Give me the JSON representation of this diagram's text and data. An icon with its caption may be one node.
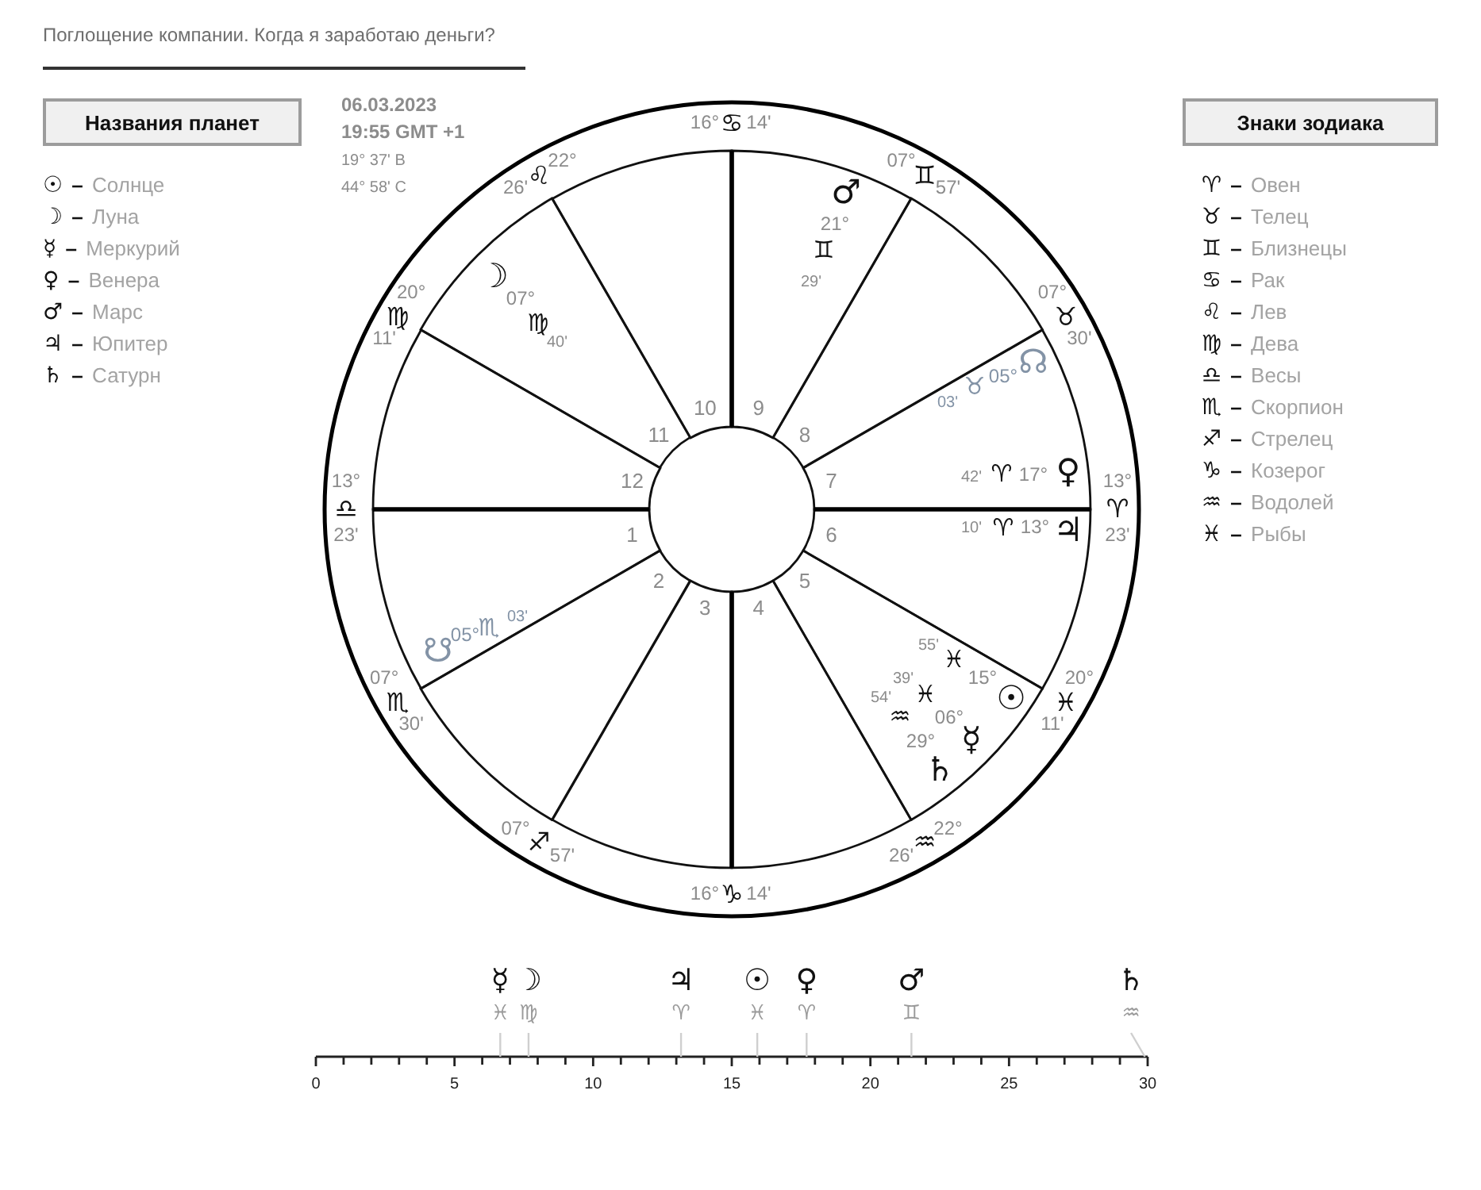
{
  "diagram": {
    "title": "Поглощение компании. Когда я заработаю деньги?",
    "nodes": [
      {
        "text": [
          "Названия планет"
        ]
      },
      {
        "text": [
          "Знаки зодиака"
        ]
      },
      {
        "text": [
          "13°",
          "♎",
          "23'",
          "07°",
          "♏",
          "30'",
          "07°",
          "♐",
          "57'",
          "16°",
          "♑",
          "14'",
          "22°",
          "♒",
          "26'",
          "20°",
          "♓",
          "11'",
          "13°",
          "♈",
          "23'",
          "07°",
          "♉",
          "30'",
          "07°",
          "♊",
          "57'",
          "16°",
          "♋",
          "14'",
          "22°",
          "♌",
          "26'",
          "20°",
          "♍",
          "11'"
        ]
      },
      {
        "text": [
          "1",
          "☋",
          "05°",
          "♏",
          "03'"
        ],
        "in": 2
      },
      {
        "text": [
          "2"
        ],
        "in": 2
      },
      {
        "text": [
          "3"
        ],
        "in": 2
      },
      {
        "text": [
          "4"
        ],
        "in": 2
      },
      {
        "text": [
          "5",
          "55'",
          "♓",
          "15°",
          "☉",
          "39'",
          "♓",
          "06°",
          "☿",
          "54'",
          "♒",
          "29°",
          "♄"
        ],
        "in": 2
      },
      {
        "text": [
          "6",
          "10'",
          "♈",
          "13°",
          "♃"
        ],
        "in": 2
      },
      {
        "text": [
          "7",
          "03'",
          "♉",
          "05°",
          "☊",
          "42'",
          "♈",
          "17°",
          "♀"
        ],
        "in": 2
      },
      {
        "text": [
          "8"
        ],
        "in": 2
      },
      {
        "text": [
          "9",
          "♂",
          "21°",
          "♊",
          "29'"
        ],
        "in": 2
      },
      {
        "text": [
          "10"
        ],
        "in": 2
      },
      {
        "text": [
          "11",
          "☽",
          "07°",
          "♍",
          "40'"
        ],
        "in": 2
      },
      {
        "text": [
          "12"
        ],
        "in": 2
      },
      {
        "text": [
          "☿",
          "♓"
        ]
      },
      {
        "text": [
          "☽",
          "♍"
        ]
      },
      {
        "text": [
          "♃",
          "♈"
        ]
      },
      {
        "text": [
          "☉",
          "♓"
        ]
      },
      {
        "text": [
          "♀",
          "♈"
        ]
      },
      {
        "text": [
          "♂",
          "♊"
        ]
      },
      {
        "text": [
          "♄",
          "♒"
        ]
      }
    ],
    "edges": [
      {
        "from": 15,
        "to": null,
        "arrow": "none"
      },
      {
        "from": 16,
        "to": null,
        "arrow": "none"
      },
      {
        "from": 17,
        "to": null,
        "arrow": "none"
      },
      {
        "from": 18,
        "to": null,
        "arrow": "none"
      },
      {
        "from": 19,
        "to": null,
        "arrow": "none"
      },
      {
        "from": 20,
        "to": null,
        "arrow": "none"
      },
      {
        "from": 21,
        "to": null,
        "arrow": "none"
      }
    ],
    "labels": [
      "06.03.2023",
      "19:55 GMT +1",
      "19° 37' В",
      "44° 58' С",
      "0",
      "5",
      "10",
      "15",
      "20",
      "25",
      "30"
    ],
    "legend": [
      {
        "text": "☉ – Солнце"
      },
      {
        "text": "☽ – Луна"
      },
      {
        "text": "☿ – Меркурий"
      },
      {
        "text": "♀ – Венера"
      },
      {
        "text": "♂ – Марс"
      },
      {
        "text": "♃ – Юпитер"
      },
      {
        "text": "♄ – Сатурн"
      },
      {
        "text": "♈ – Овен"
      },
      {
        "text": "♉ – Телец"
      },
      {
        "text": "♊ – Близнецы"
      },
      {
        "text": "♋ – Рак"
      },
      {
        "text": "♌ – Лев"
      },
      {
        "text": "♍ – Дева"
      },
      {
        "text": "♎ – Весы"
      },
      {
        "text": "♏ – Скорпион"
      },
      {
        "text": "♐ – Стрелец"
      },
      {
        "text": "♑ – Козерог"
      },
      {
        "text": "♒ – Водолей"
      },
      {
        "text": "♓ – Рыбы"
      }
    ]
  }
}
